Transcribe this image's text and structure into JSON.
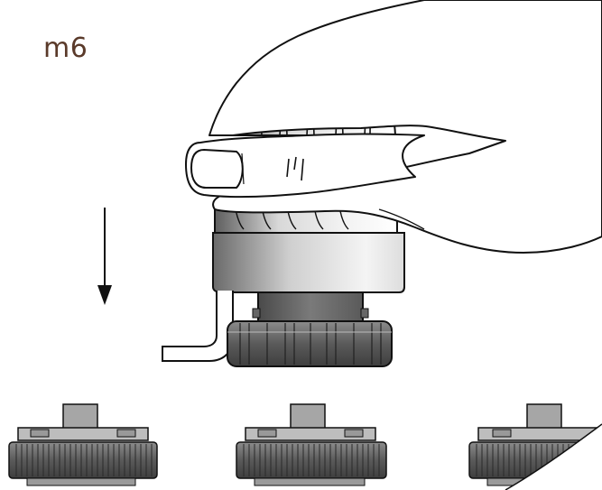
{
  "step": {
    "label": "m6"
  },
  "colors": {
    "label": "#5a3a2a",
    "outline": "#111111",
    "cap_light": "#e6e6e6",
    "cap_dark": "#6f6f6f",
    "nut_dark": "#4a4a4a",
    "nut_mid": "#8a8a8a",
    "base_grey": "#a8a8a8",
    "hand_fill": "#ffffff"
  },
  "icons": {
    "arrow": "down-arrow-icon",
    "hand": "hand-illustration"
  },
  "bottom_parts": [
    {
      "id": "left",
      "visible": "full"
    },
    {
      "id": "middle",
      "visible": "full"
    },
    {
      "id": "right",
      "visible": "cropped"
    }
  ]
}
